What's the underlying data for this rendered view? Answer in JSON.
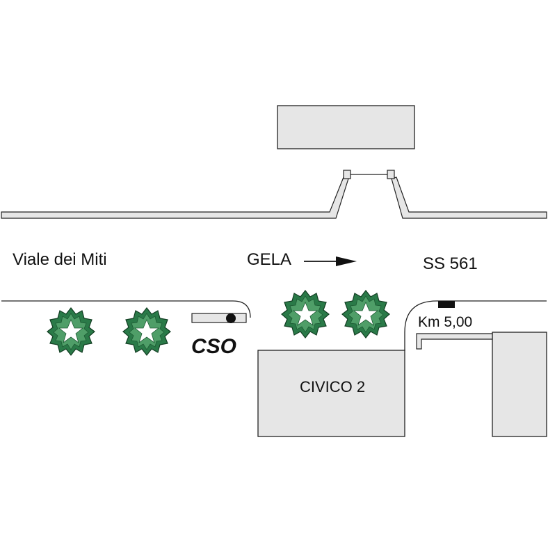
{
  "labels": {
    "street_name": "Viale dei Miti",
    "direction": "GELA",
    "highway": "SS 561",
    "kilometer": "Km 5,00",
    "building": "CIVICO 2",
    "marker": "CSO"
  },
  "colors": {
    "building_fill": "#e6e6e6",
    "outline": "#222222",
    "tree_dark": "#2a7a48",
    "tree_light": "#6fbf88",
    "marker_black": "#111111"
  },
  "icons": [
    "arrow-right-icon",
    "tree-icon",
    "km-post-icon",
    "cso-point-icon"
  ]
}
